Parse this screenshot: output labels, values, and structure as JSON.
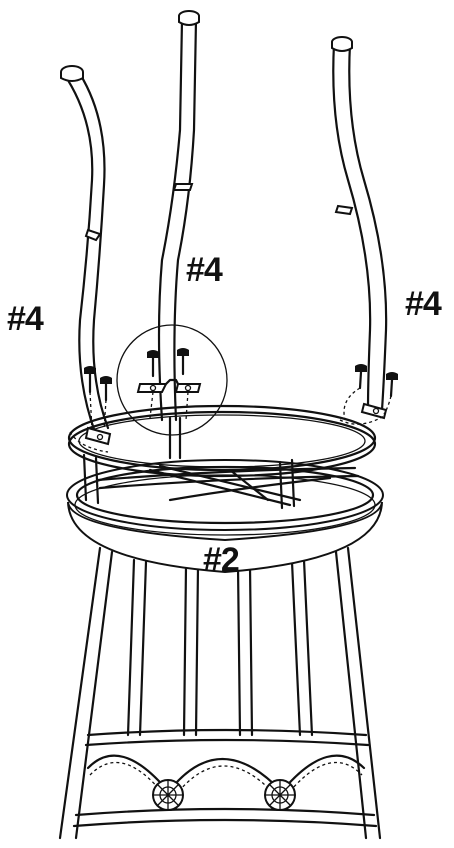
{
  "labels": {
    "leg_left": "#4",
    "leg_center": "#4",
    "leg_right": "#4",
    "seat_ring": "#2"
  }
}
